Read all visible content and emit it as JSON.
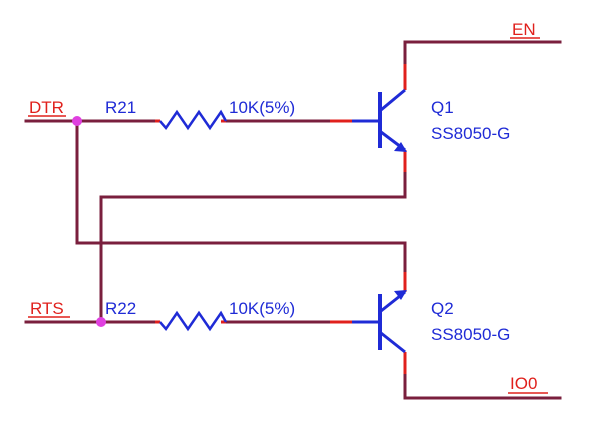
{
  "nets": {
    "dtr": "DTR",
    "rts": "RTS",
    "en": "EN",
    "io0": "IO0"
  },
  "resistors": [
    {
      "ref": "R21",
      "value": "10K(5%)"
    },
    {
      "ref": "R22",
      "value": "10K(5%)"
    }
  ],
  "transistors": [
    {
      "ref": "Q1",
      "part": "SS8050-G"
    },
    {
      "ref": "Q2",
      "part": "SS8050-G"
    }
  ],
  "colors": {
    "wire": "#7a1f3d",
    "pin": "#e0201c",
    "component": "#1f2bd6",
    "junction": "#e040e0"
  }
}
